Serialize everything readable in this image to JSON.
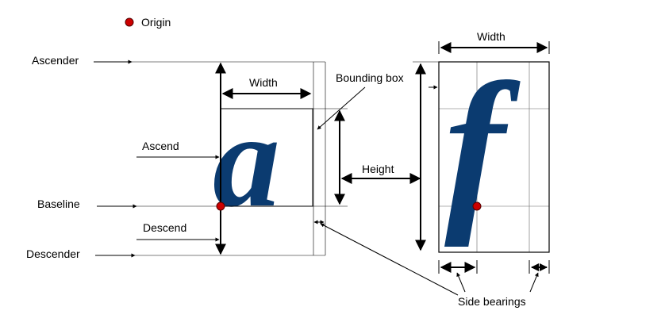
{
  "legend": {
    "origin_label": "Origin"
  },
  "labels": {
    "ascender": "Ascender",
    "ascend": "Ascend",
    "baseline": "Baseline",
    "descend": "Descend",
    "descender": "Descender",
    "width_a": "Width",
    "width_f": "Width",
    "bounding_box": "Bounding box",
    "height": "Height",
    "side_bearings": "Side bearings"
  },
  "glyphs": {
    "left": "a",
    "right": "f"
  },
  "colors": {
    "glyph": "#0b3b70",
    "origin_dot": "#cc0000",
    "lines": "#000000"
  }
}
